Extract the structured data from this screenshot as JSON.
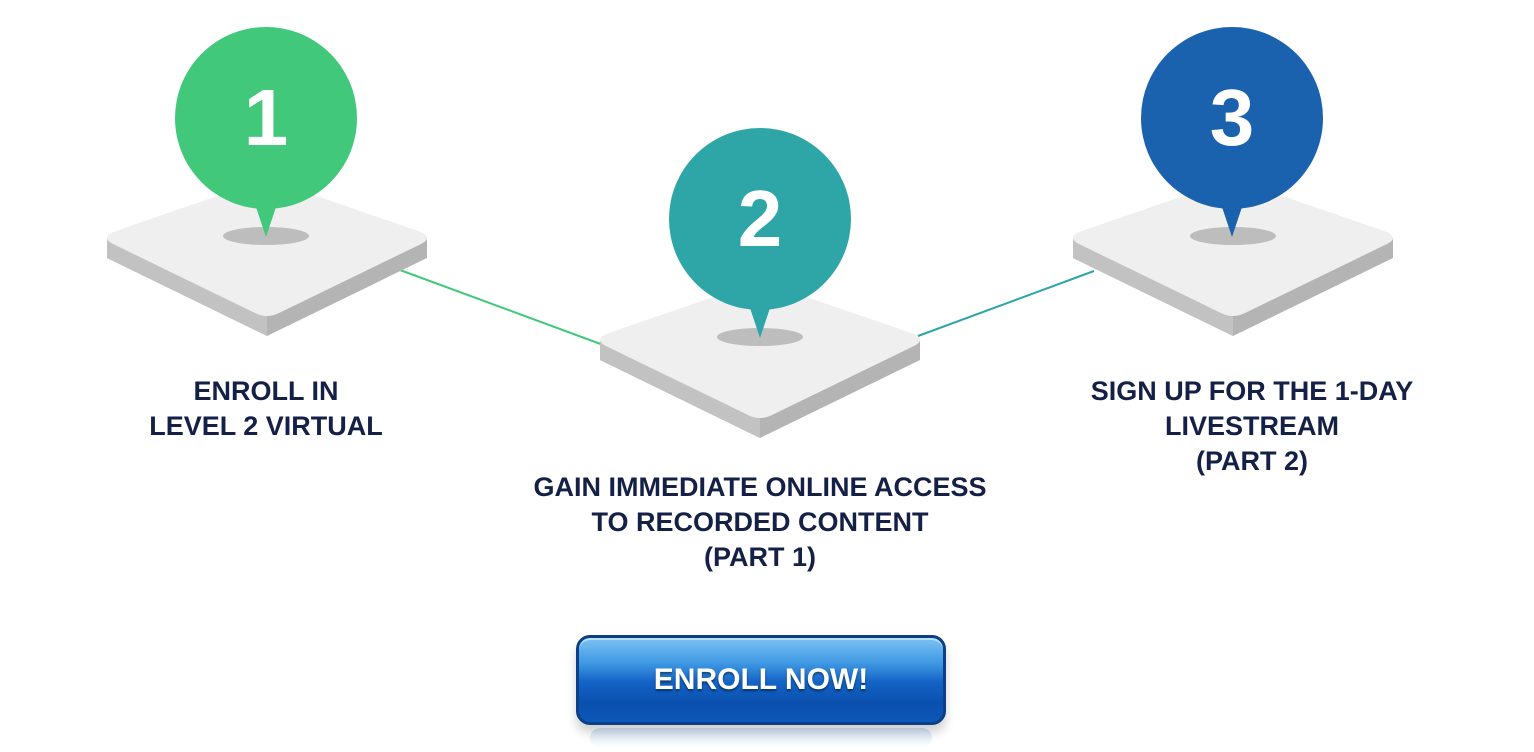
{
  "steps": [
    {
      "number": "1",
      "color": "#41c87a",
      "label_lines": [
        "ENROLL IN",
        "LEVEL 2 VIRTUAL"
      ]
    },
    {
      "number": "2",
      "color": "#2ea6a7",
      "label_lines": [
        "GAIN IMMEDIATE ONLINE ACCESS",
        "TO RECORDED CONTENT",
        "(PART 1)"
      ]
    },
    {
      "number": "3",
      "color": "#1a62ae",
      "label_lines": [
        "SIGN UP FOR THE 1-DAY",
        "LIVESTREAM",
        "(PART 2)"
      ]
    }
  ],
  "connectors": [
    {
      "from": "1",
      "to": "2",
      "color": "#41c87a"
    },
    {
      "from": "2",
      "to": "3",
      "color": "#2ea6a7"
    }
  ],
  "cta": {
    "label": "ENROLL NOW!",
    "color": "#1464c6"
  },
  "text_color": "#152047"
}
